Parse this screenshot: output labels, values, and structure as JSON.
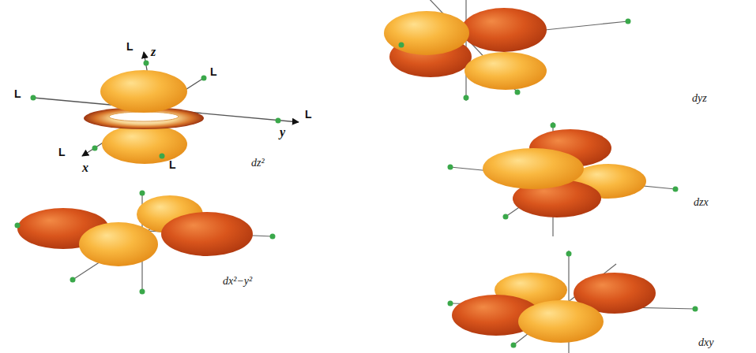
{
  "diagram": {
    "labels": [
      "L",
      "z",
      "L",
      "L",
      "y",
      "L",
      "L",
      "x",
      "L",
      "dz²",
      "dyz",
      "dzx",
      "dx²−y²",
      "dxy"
    ]
  }
}
